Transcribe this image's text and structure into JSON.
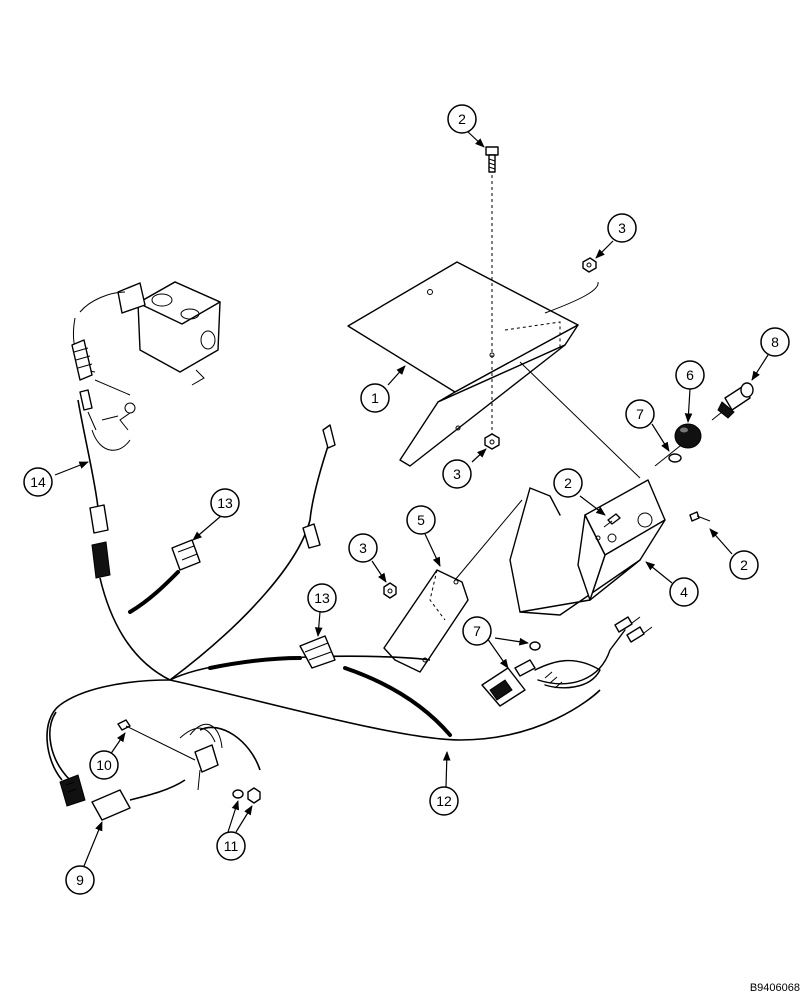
{
  "figure_id": "B9406068",
  "callouts": [
    {
      "key": "c1",
      "label": "1"
    },
    {
      "key": "c2a",
      "label": "2"
    },
    {
      "key": "c2b",
      "label": "2"
    },
    {
      "key": "c2c",
      "label": "2"
    },
    {
      "key": "c3a",
      "label": "3"
    },
    {
      "key": "c3b",
      "label": "3"
    },
    {
      "key": "c3c",
      "label": "3"
    },
    {
      "key": "c4",
      "label": "4"
    },
    {
      "key": "c5",
      "label": "5"
    },
    {
      "key": "c6",
      "label": "6"
    },
    {
      "key": "c7a",
      "label": "7"
    },
    {
      "key": "c7b",
      "label": "7"
    },
    {
      "key": "c8",
      "label": "8"
    },
    {
      "key": "c9",
      "label": "9"
    },
    {
      "key": "c10",
      "label": "10"
    },
    {
      "key": "c11",
      "label": "11"
    },
    {
      "key": "c12",
      "label": "12"
    },
    {
      "key": "c13a",
      "label": "13"
    },
    {
      "key": "c13b",
      "label": "13"
    },
    {
      "key": "c14",
      "label": "14"
    }
  ]
}
